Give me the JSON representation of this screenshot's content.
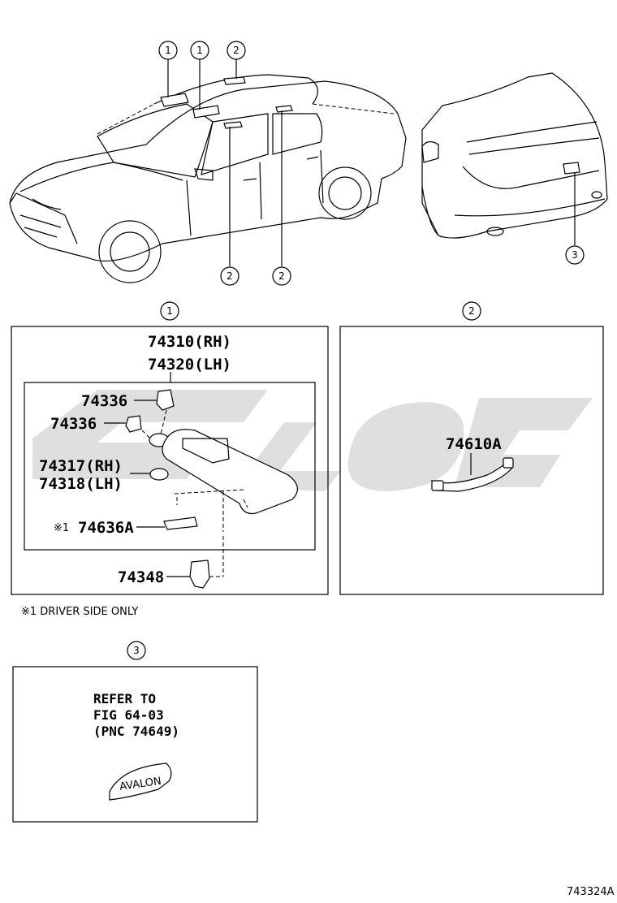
{
  "callouts": {
    "one": "1",
    "two": "2",
    "three": "3"
  },
  "section1": {
    "main_part_rh": "74310(RH)",
    "main_part_lh": "74320(LH)",
    "clip_upper": "74336",
    "clip_lower": "74336",
    "holder_rh": "74317(RH)",
    "holder_lh": "74318(LH)",
    "note_mark": "※1",
    "cover": "74636A",
    "retainer": "74348"
  },
  "section2": {
    "grip": "74610A"
  },
  "footnote": "※1 DRIVER SIDE ONLY",
  "section3": {
    "refer_line1": "REFER TO",
    "refer_line2": "FIG 64-03",
    "refer_line3": "(PNC 74649)",
    "plate_text": "AVALON"
  },
  "diagram_id": "743324A"
}
